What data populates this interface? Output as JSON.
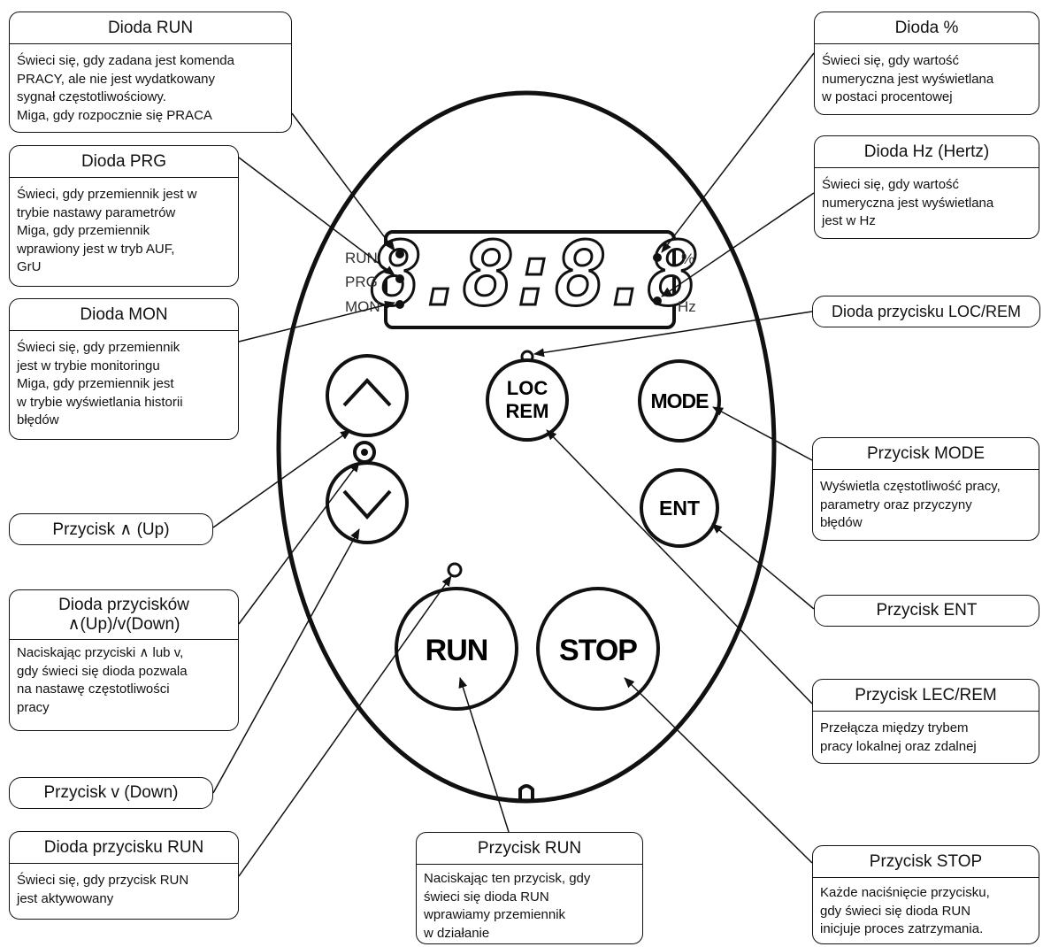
{
  "panel": {
    "display_digits": "8.8:8.8",
    "indicators_left": [
      "RUN",
      "PRG",
      "MON"
    ],
    "indicators_right": [
      "%",
      "Hz"
    ],
    "buttons": {
      "loc_rem_top": "LOC",
      "loc_rem_bottom": "REM",
      "mode": "MODE",
      "ent": "ENT",
      "run": "RUN",
      "stop": "STOP"
    }
  },
  "callouts": {
    "run_led": {
      "title": "Dioda RUN",
      "body": "Świeci się, gdy zadana jest komenda\nPRACY, ale nie jest wydatkowany\nsygnał częstotliwościowy.\nMiga, gdy rozpocznie się PRACA"
    },
    "prg_led": {
      "title": "Dioda PRG",
      "body": "Świeci, gdy przemiennik jest w\ntrybie nastawy parametrów\nMiga, gdy przemiennik\nwprawiony jest w tryb AUF,\nGrU"
    },
    "mon_led": {
      "title": "Dioda MON",
      "body": "Świeci się, gdy przemiennik\njest w trybie monitoringu\nMiga, gdy przemiennik jest\nw trybie wyświetlania historii\nbłędów"
    },
    "up_button": {
      "title": "Przycisk ∧ (Up)"
    },
    "updown_led": {
      "title": "Dioda przycisków\n∧(Up)/v(Down)",
      "body": "Naciskając przyciski ∧ lub v,\ngdy świeci się dioda pozwala\nna nastawę częstotliwości\npracy"
    },
    "down_button": {
      "title": "Przycisk v (Down)"
    },
    "run_button_led": {
      "title": "Dioda przycisku RUN",
      "body": "Świeci się, gdy przycisk RUN\njest aktywowany"
    },
    "run_button": {
      "title": "Przycisk RUN",
      "body": "Naciskając ten przycisk, gdy\nświeci się dioda RUN\nwprawiamy przemiennik\nw działanie"
    },
    "percent_led": {
      "title": "Dioda %",
      "body": "Świeci się, gdy wartość\nnumeryczna jest wyświetlana\nw postaci procentowej"
    },
    "hz_led": {
      "title": "Dioda Hz (Hertz)",
      "body": "Świeci się, gdy wartość\nnumeryczna jest wyświetlana\njest w Hz"
    },
    "locrem_led": {
      "title": "Dioda przycisku LOC/REM"
    },
    "mode_button": {
      "title": "Przycisk MODE",
      "body": "Wyświetla częstotliwość pracy,\nparametry oraz przyczyny\nbłędów"
    },
    "ent_button": {
      "title": "Przycisk ENT"
    },
    "locrem_button": {
      "title": "Przycisk LEC/REM",
      "body": "Przełącza między trybem\npracy lokalnej oraz zdalnej"
    },
    "stop_button": {
      "title": "Przycisk STOP",
      "body": "Każde naciśnięcie przycisku,\ngdy świeci się dioda RUN\ninicjuje proces zatrzymania."
    }
  }
}
